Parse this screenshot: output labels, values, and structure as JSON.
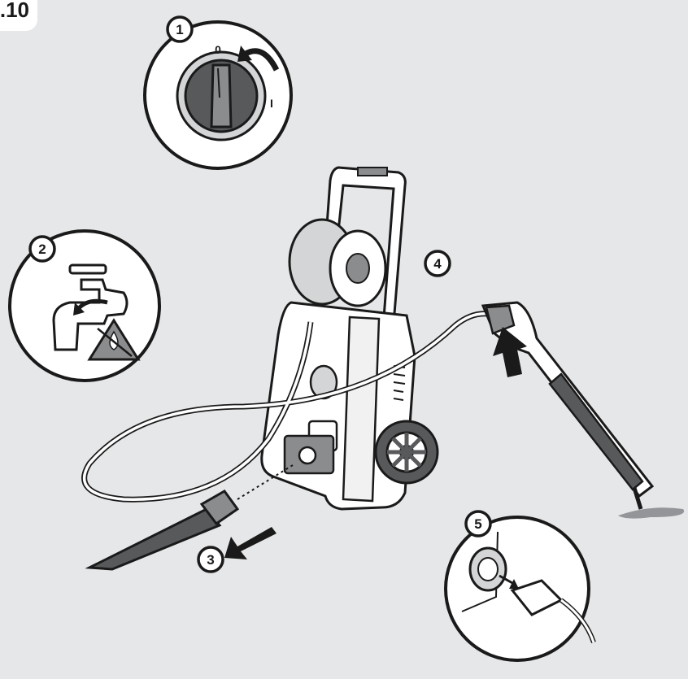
{
  "figure_label": ".10",
  "steps": [
    {
      "number": "1",
      "label": "switch-off"
    },
    {
      "number": "2",
      "label": "close-water-tap"
    },
    {
      "number": "3",
      "label": "disconnect-hose"
    },
    {
      "number": "4",
      "label": "press-trigger"
    },
    {
      "number": "5",
      "label": "unplug-mains"
    }
  ],
  "switch_labels": {
    "off": "0",
    "on": "I"
  },
  "colors": {
    "background": "#e6e7e8",
    "line": "#1a1a1a",
    "dark_fill": "#58595b",
    "mid_fill": "#8a8c8e",
    "water": "#939598"
  }
}
